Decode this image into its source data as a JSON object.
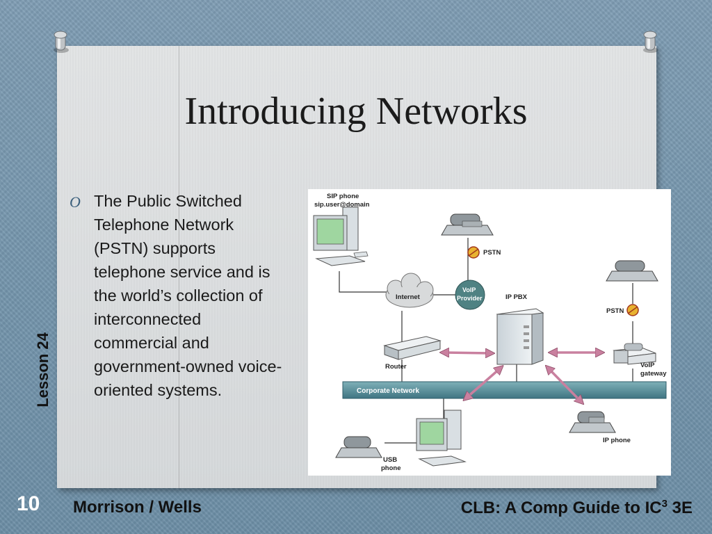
{
  "slide": {
    "title": "Introducing Networks",
    "bullet_glyph": "O",
    "bullet_text": "The Public Switched Telephone Network (PSTN) supports telephone service and is the world’s collection of interconnected commercial and government-owned voice-oriented systems.",
    "side_label": "Lesson 24",
    "page_number": "10",
    "footer_left": "Morrison / Wells",
    "footer_right_main": "CLB: A Comp Guide to IC",
    "footer_right_sup": "3",
    "footer_right_tail": " 3E"
  },
  "diagram": {
    "labels": {
      "sip_phone_1": "SIP phone",
      "sip_phone_2": "sip.user@domain",
      "pstn_top": "PSTN",
      "pstn_right": "PSTN",
      "internet": "Internet",
      "voip_provider_1": "VoIP",
      "voip_provider_2": "Provider",
      "ip_pbx": "IP PBX",
      "router": "Router",
      "corporate_network": "Corporate Network",
      "voip_gateway_1": "VoIP",
      "voip_gateway_2": "gateway",
      "ip_phone": "IP phone",
      "usb_phone_1": "USB",
      "usb_phone_2": "phone"
    },
    "colors": {
      "arrow": "#c9809f",
      "network_bar": "#5c8f9a",
      "pstn_icon": "#e8b230"
    }
  }
}
